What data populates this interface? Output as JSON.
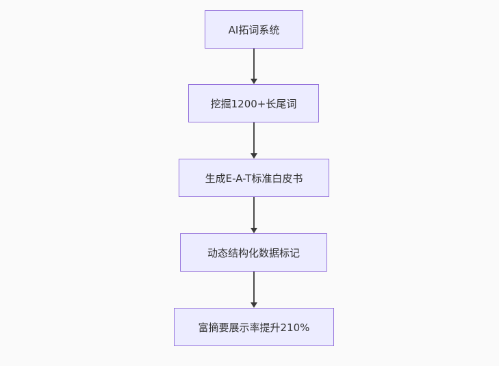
{
  "diagram": {
    "type": "flowchart",
    "direction": "top-down",
    "background_color": "#fafafa",
    "node_fill_color": "#ececff",
    "node_border_color": "#9370db",
    "edge_color": "#393939",
    "text_color": "#333333",
    "nodes": [
      {
        "id": "A",
        "label": "AI拓词系统"
      },
      {
        "id": "B",
        "label": "挖掘1200+长尾词"
      },
      {
        "id": "C",
        "label": "生成E-A-T标准白皮书"
      },
      {
        "id": "D",
        "label": "动态结构化数据标记"
      },
      {
        "id": "E",
        "label": "富摘要展示率提升210%"
      }
    ],
    "edges": [
      {
        "from": "A",
        "to": "B"
      },
      {
        "from": "B",
        "to": "C"
      },
      {
        "from": "C",
        "to": "D"
      },
      {
        "from": "D",
        "to": "E"
      }
    ]
  }
}
